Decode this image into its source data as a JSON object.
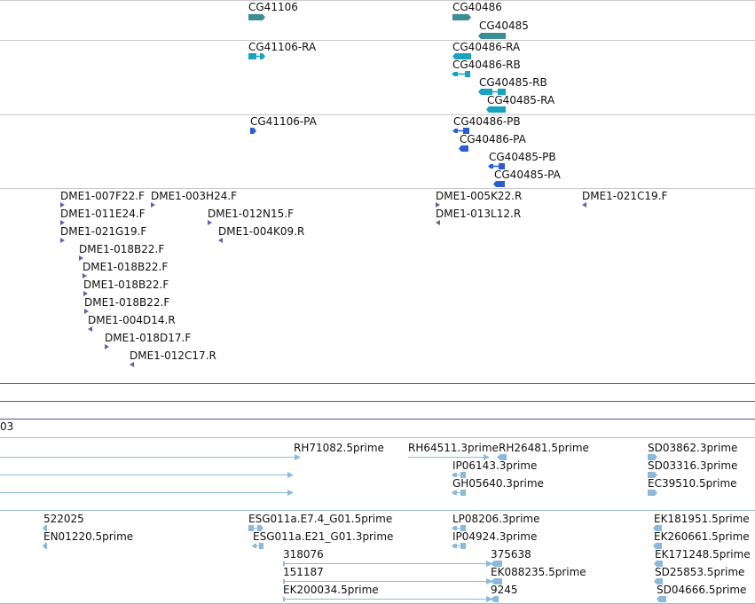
{
  "colors": {
    "gene": "#3a8f94",
    "transcript": "#17a3bd",
    "protein": "#2b5fcf",
    "bac_end": "#7355b5",
    "est": "#8cb9da",
    "separator_gray": "#c8c8c8",
    "separator_purple": "#5a4e9a",
    "separator_blue": "#9bbedb"
  },
  "tracks": {
    "genes": {
      "features": [
        {
          "label": "CG41106",
          "strand": "+"
        },
        {
          "label": "CG40486",
          "strand": "+"
        },
        {
          "label": "CG40485",
          "strand": "-"
        }
      ]
    },
    "transcripts": {
      "features": [
        {
          "label": "CG41106-RA",
          "strand": "+"
        },
        {
          "label": "CG40486-RA",
          "strand": "-"
        },
        {
          "label": "CG40486-RB",
          "strand": "-"
        },
        {
          "label": "CG40485-RB",
          "strand": "-"
        },
        {
          "label": "CG40485-RA",
          "strand": "-"
        }
      ]
    },
    "proteins": {
      "features": [
        {
          "label": "CG41106-PA",
          "strand": "+"
        },
        {
          "label": "CG40486-PB",
          "strand": "-"
        },
        {
          "label": "CG40486-PA",
          "strand": "-"
        },
        {
          "label": "CG40485-PB",
          "strand": "-"
        },
        {
          "label": "CG40485-PA",
          "strand": "-"
        }
      ]
    },
    "bac_ends": {
      "features": [
        {
          "label": "DME1-007F22.F",
          "strand": "+"
        },
        {
          "label": "DME1-003H24.F",
          "strand": "+"
        },
        {
          "label": "DME1-011E24.F",
          "strand": "+"
        },
        {
          "label": "DME1-012N15.F",
          "strand": "+"
        },
        {
          "label": "DME1-021G19.F",
          "strand": "+"
        },
        {
          "label": "DME1-004K09.R",
          "strand": "-"
        },
        {
          "label": "DME1-018B22.F",
          "strand": "+"
        },
        {
          "label": "DME1-018B22.F",
          "strand": "+"
        },
        {
          "label": "DME1-018B22.F",
          "strand": "+"
        },
        {
          "label": "DME1-018B22.F",
          "strand": "+"
        },
        {
          "label": "DME1-004D14.R",
          "strand": "-"
        },
        {
          "label": "DME1-018D17.F",
          "strand": "+"
        },
        {
          "label": "DME1-012C17.R",
          "strand": "-"
        },
        {
          "label": "DME1-005K22.R",
          "strand": "+"
        },
        {
          "label": "DME1-013L12.R",
          "strand": "-"
        },
        {
          "label": "DME1-021C19.F",
          "strand": "-"
        }
      ]
    },
    "partial_label": {
      "text": "03"
    },
    "est_track_1": {
      "features": [
        {
          "label": "RH71082.5prime"
        },
        {
          "label": "RH64511.3prime"
        },
        {
          "label": "RH26481.5prime"
        },
        {
          "label": "SD03862.3prime"
        },
        {
          "label": "IP06143.3prime"
        },
        {
          "label": "SD03316.3prime"
        },
        {
          "label": "GH05640.3prime"
        },
        {
          "label": "EC39510.5prime"
        }
      ]
    },
    "est_track_2": {
      "features": [
        {
          "label": "522025"
        },
        {
          "label": "ESG011a.E7.4_G01.5prime"
        },
        {
          "label": "LP08206.3prime"
        },
        {
          "label": "EK181951.5prime"
        },
        {
          "label": "EN01220.5prime"
        },
        {
          "label": "ESG011a.E21_G01.3prime"
        },
        {
          "label": "IP04924.3prime"
        },
        {
          "label": "EK260661.5prime"
        },
        {
          "label": "318076"
        },
        {
          "label": "375638"
        },
        {
          "label": "EK171248.5prime"
        },
        {
          "label": "151187"
        },
        {
          "label": "EK088235.5prime"
        },
        {
          "label": "SD25853.5prime"
        },
        {
          "label": "EK200034.5prime"
        },
        {
          "label": "9245"
        },
        {
          "label": "SD04666.5prime"
        }
      ]
    }
  }
}
